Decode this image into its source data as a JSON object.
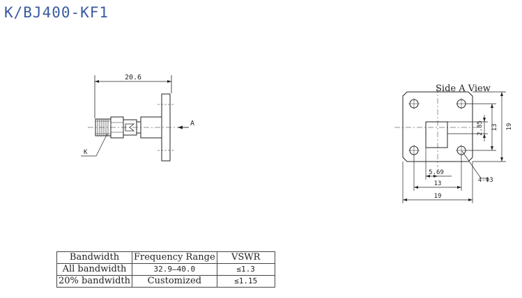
{
  "title": "K/BJ400-KF1",
  "side_view": {
    "length_dim": "20.6",
    "connector_label": "K",
    "view_marker": "A"
  },
  "flange_view": {
    "caption": "Side A View",
    "dim_pin_height": "2.85",
    "dim_hole_spacing_v": "13",
    "dim_flange_height": "19",
    "dim_pin_offset": "5.69",
    "dim_hole_spacing_h": "13",
    "dim_flange_width": "19",
    "hole_callout": "4-Φ3"
  },
  "spec_table": {
    "headers": [
      "Bandwidth",
      "Frequency Range",
      "VSWR"
    ],
    "rows": [
      [
        "All bandwidth",
        "32.9–40.0",
        "≤1.3"
      ],
      [
        "20% bandwidth",
        "Customized",
        "≤1.15"
      ]
    ]
  }
}
